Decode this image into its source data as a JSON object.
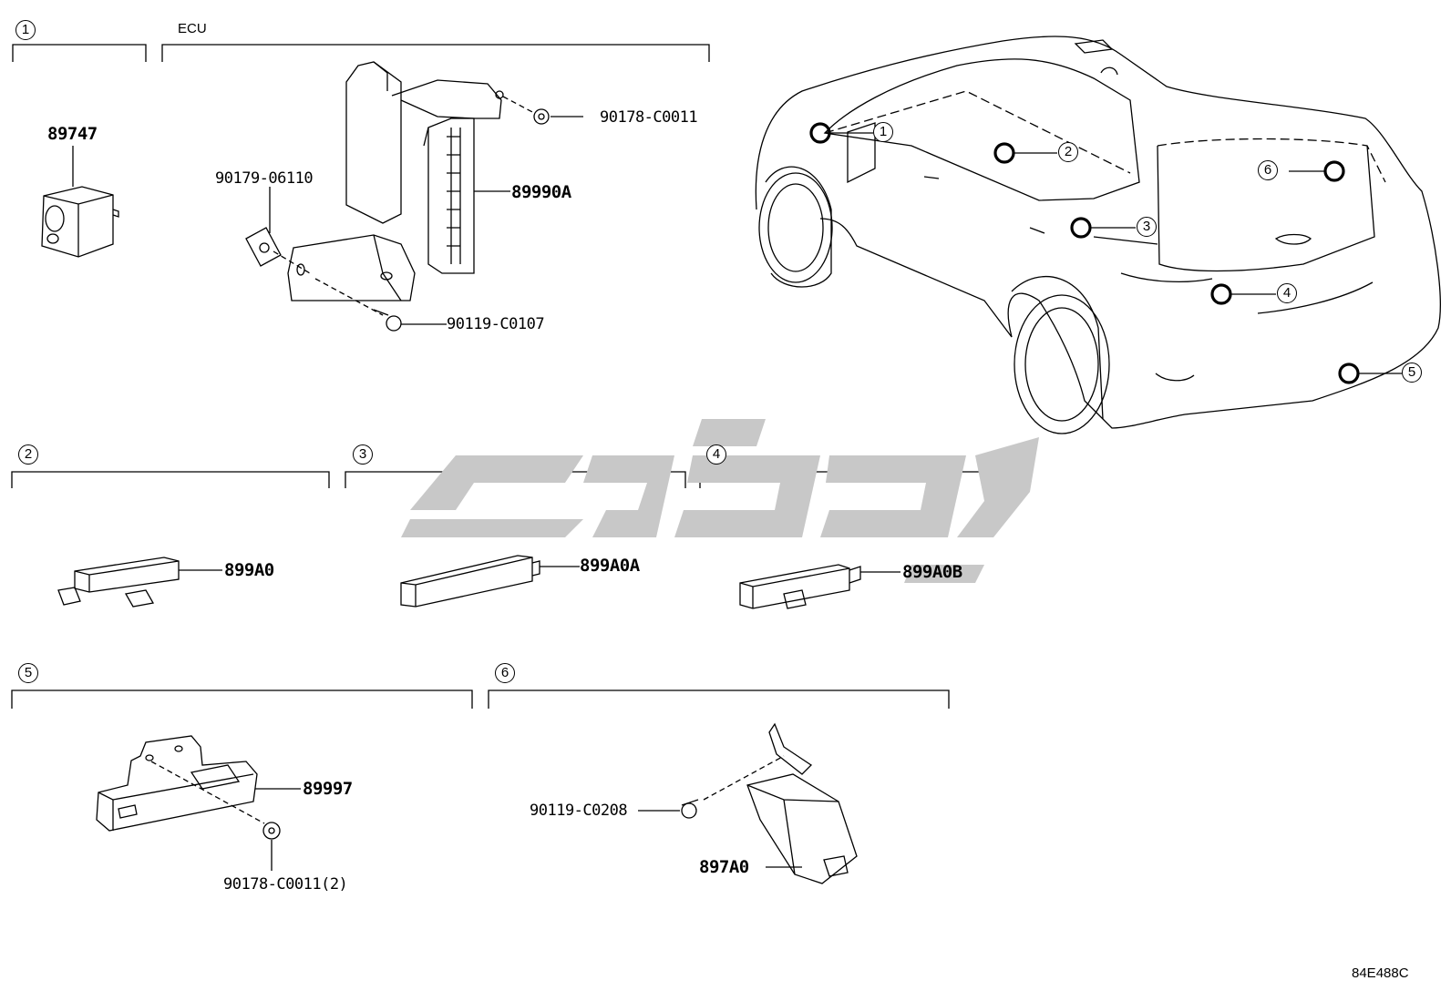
{
  "sections": {
    "s1": "1",
    "s2": "2",
    "s3": "3",
    "s4": "4",
    "s5": "5",
    "s6": "6"
  },
  "ecu_label": "ECU",
  "parts": {
    "p89747": "89747",
    "p90178_top": "90178-C0011",
    "p90179": "90179-06110",
    "p89990A": "89990A",
    "p90119_top": "90119-C0107",
    "p899A0": "899A0",
    "p899A0A": "899A0A",
    "p899A0B": "899A0B",
    "p89997": "89997",
    "p90178_bot": "90178-C0011(2)",
    "p90119_bot": "90119-C0208",
    "p897A0": "897A0"
  },
  "car_callouts": [
    "1",
    "2",
    "3",
    "4",
    "5",
    "6"
  ],
  "reference_code": "84E488C",
  "colors": {
    "line": "#000000",
    "watermark": "#c8c8c8"
  }
}
